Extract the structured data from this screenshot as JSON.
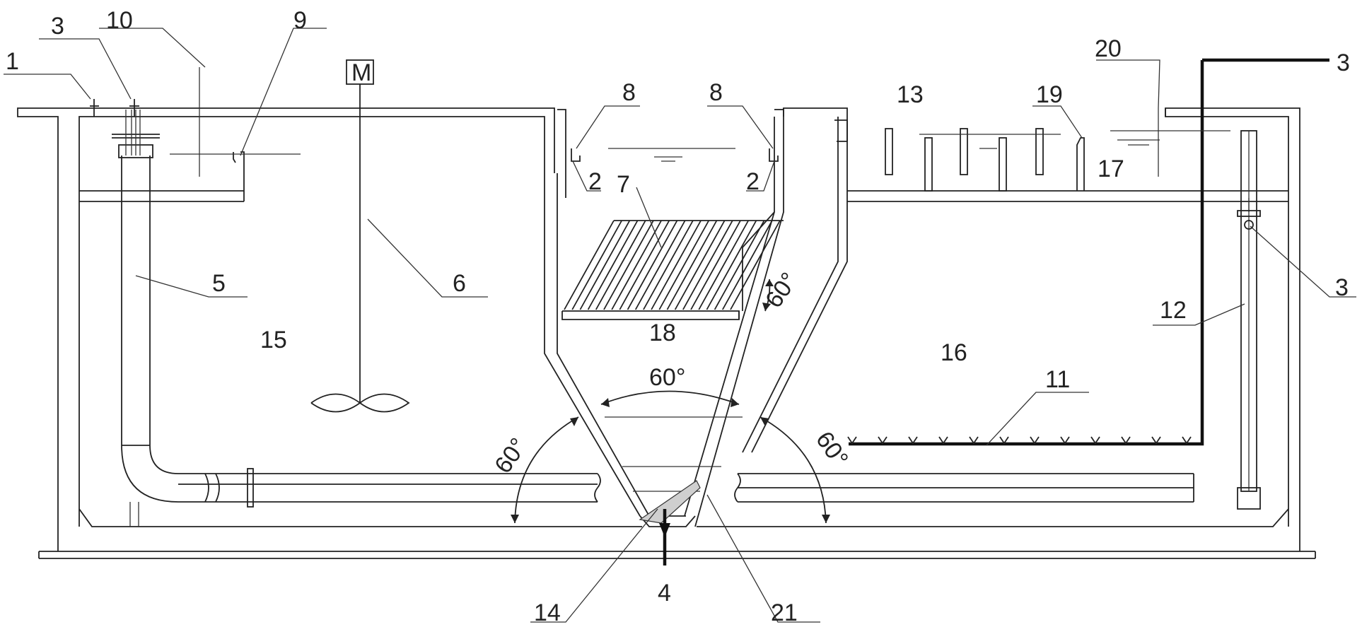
{
  "diagram": {
    "motor_label": "M",
    "angle_labels": [
      "60°",
      "60°",
      "60°",
      "60°"
    ],
    "callouts": [
      {
        "id": "c1",
        "text": "1"
      },
      {
        "id": "c3a",
        "text": "3"
      },
      {
        "id": "c10",
        "text": "10"
      },
      {
        "id": "c9",
        "text": "9"
      },
      {
        "id": "c8a",
        "text": "8"
      },
      {
        "id": "c8b",
        "text": "8"
      },
      {
        "id": "c2a",
        "text": "2"
      },
      {
        "id": "c2b",
        "text": "2"
      },
      {
        "id": "c7",
        "text": "7"
      },
      {
        "id": "c13",
        "text": "13"
      },
      {
        "id": "c19",
        "text": "19"
      },
      {
        "id": "c20",
        "text": "20"
      },
      {
        "id": "c3b",
        "text": "3"
      },
      {
        "id": "c17",
        "text": "17"
      },
      {
        "id": "c5",
        "text": "5"
      },
      {
        "id": "c6",
        "text": "6"
      },
      {
        "id": "c15",
        "text": "15"
      },
      {
        "id": "c18",
        "text": "18"
      },
      {
        "id": "c16",
        "text": "16"
      },
      {
        "id": "c12",
        "text": "12"
      },
      {
        "id": "c3c",
        "text": "3"
      },
      {
        "id": "c11",
        "text": "11"
      },
      {
        "id": "c14",
        "text": "14"
      },
      {
        "id": "c4",
        "text": "4"
      },
      {
        "id": "c21",
        "text": "21"
      }
    ]
  }
}
